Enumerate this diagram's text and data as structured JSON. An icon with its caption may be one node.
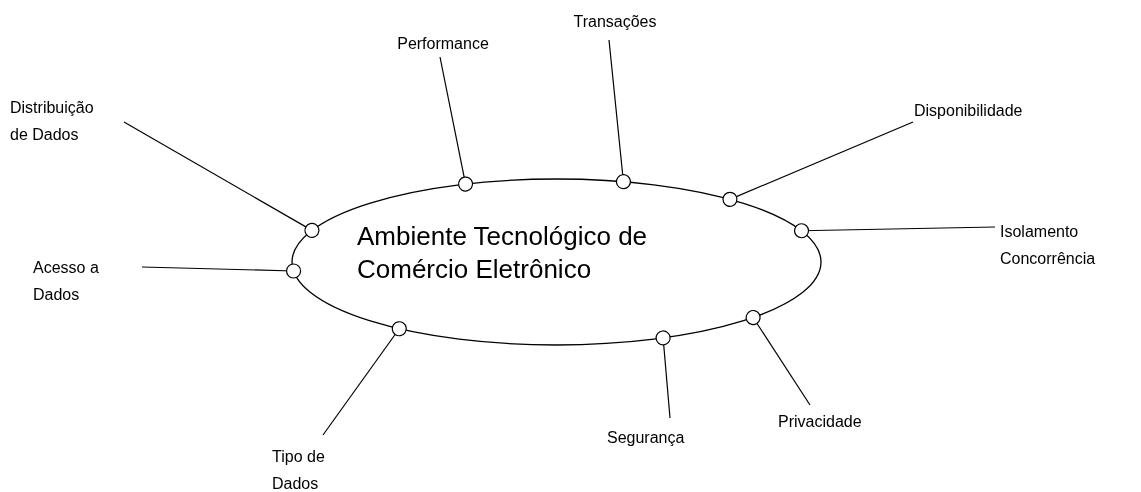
{
  "diagram": {
    "nodes": [
      {
        "text": [
          "Ambiente Tecnológico de Comércio Eletrônico"
        ]
      },
      {
        "text": [
          "Distribuição de Dados"
        ]
      },
      {
        "text": [
          "Performance"
        ]
      },
      {
        "text": [
          "Transações"
        ]
      },
      {
        "text": [
          "Disponibilidade"
        ]
      },
      {
        "text": [
          "Isolamento Concorrência"
        ]
      },
      {
        "text": [
          "Acesso a Dados"
        ]
      },
      {
        "text": [
          "Tipo de Dados"
        ]
      },
      {
        "text": [
          "Segurança"
        ]
      },
      {
        "text": [
          "Privacidade"
        ]
      }
    ],
    "edges": [
      {
        "from": 1,
        "to": 0,
        "arrow": "other"
      },
      {
        "from": 2,
        "to": 0,
        "arrow": "other"
      },
      {
        "from": 3,
        "to": 0,
        "arrow": "other"
      },
      {
        "from": 4,
        "to": 0,
        "arrow": "other"
      },
      {
        "from": 5,
        "to": 0,
        "arrow": "other"
      },
      {
        "from": 6,
        "to": 0,
        "arrow": "other"
      },
      {
        "from": 7,
        "to": 0,
        "arrow": "other"
      },
      {
        "from": 8,
        "to": 0,
        "arrow": "other"
      },
      {
        "from": 9,
        "to": 0,
        "arrow": "other"
      }
    ]
  }
}
